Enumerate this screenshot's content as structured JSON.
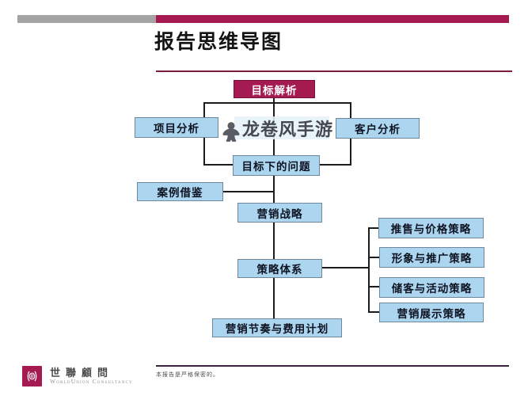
{
  "header": {
    "title": "报告思维导图"
  },
  "watermark": {
    "text": "龙卷风手游",
    "icon": "meeple-icon"
  },
  "diagram": {
    "goal": {
      "label": "目标解析"
    },
    "project": {
      "label": "项目分析"
    },
    "customer": {
      "label": "客户分析"
    },
    "problem": {
      "label": "目标下的问题"
    },
    "case_ref": {
      "label": "案例借鉴"
    },
    "strategy": {
      "label": "营销战略"
    },
    "system": {
      "label": "策略体系"
    },
    "tactic_price": {
      "label": "推售与价格策略"
    },
    "tactic_promo": {
      "label": "形象与推广策略"
    },
    "tactic_activity": {
      "label": "储客与活动策略"
    },
    "tactic_display": {
      "label": "营销展示策略"
    },
    "plan": {
      "label": "营销节奏与费用计划"
    }
  },
  "footer": {
    "logo_cn": "世聯顧問",
    "logo_en": "WorldUnion Consultancy",
    "note": "本报告是严格保密的。"
  },
  "colors": {
    "accent_maroon": "#A61A52",
    "header_gray": "#A3A3A3",
    "node_fill_blue": "#ACD5EF",
    "connector_black": "#1C1C1C"
  }
}
